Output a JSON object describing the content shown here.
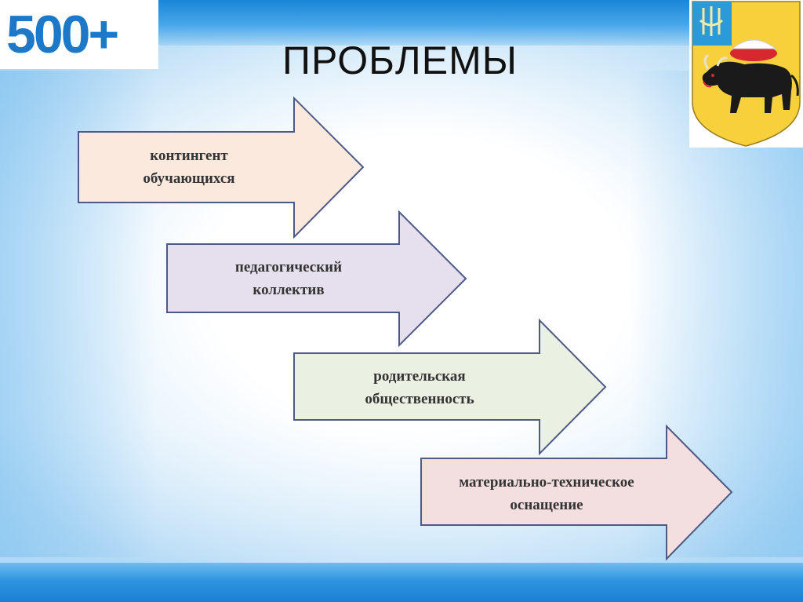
{
  "logo": {
    "text": "500+"
  },
  "title": "ПРОБЛЕМЫ",
  "emblem": {
    "icon": "coat-of-arms-bull-icon"
  },
  "problems": [
    {
      "line1": "контингент",
      "line2": "обучающихся",
      "fill": "#fbe9dd"
    },
    {
      "line1": "педагогический",
      "line2": "коллектив",
      "fill": "#e6e0ee"
    },
    {
      "line1": "родительская",
      "line2": "общественность",
      "fill": "#eaf0e2"
    },
    {
      "line1": "материально-техническое",
      "line2": "оснащение",
      "fill": "#f4dfe0"
    }
  ],
  "colors": {
    "arrow_stroke": "#4e5a84",
    "accent_blue": "#1d78c8"
  }
}
